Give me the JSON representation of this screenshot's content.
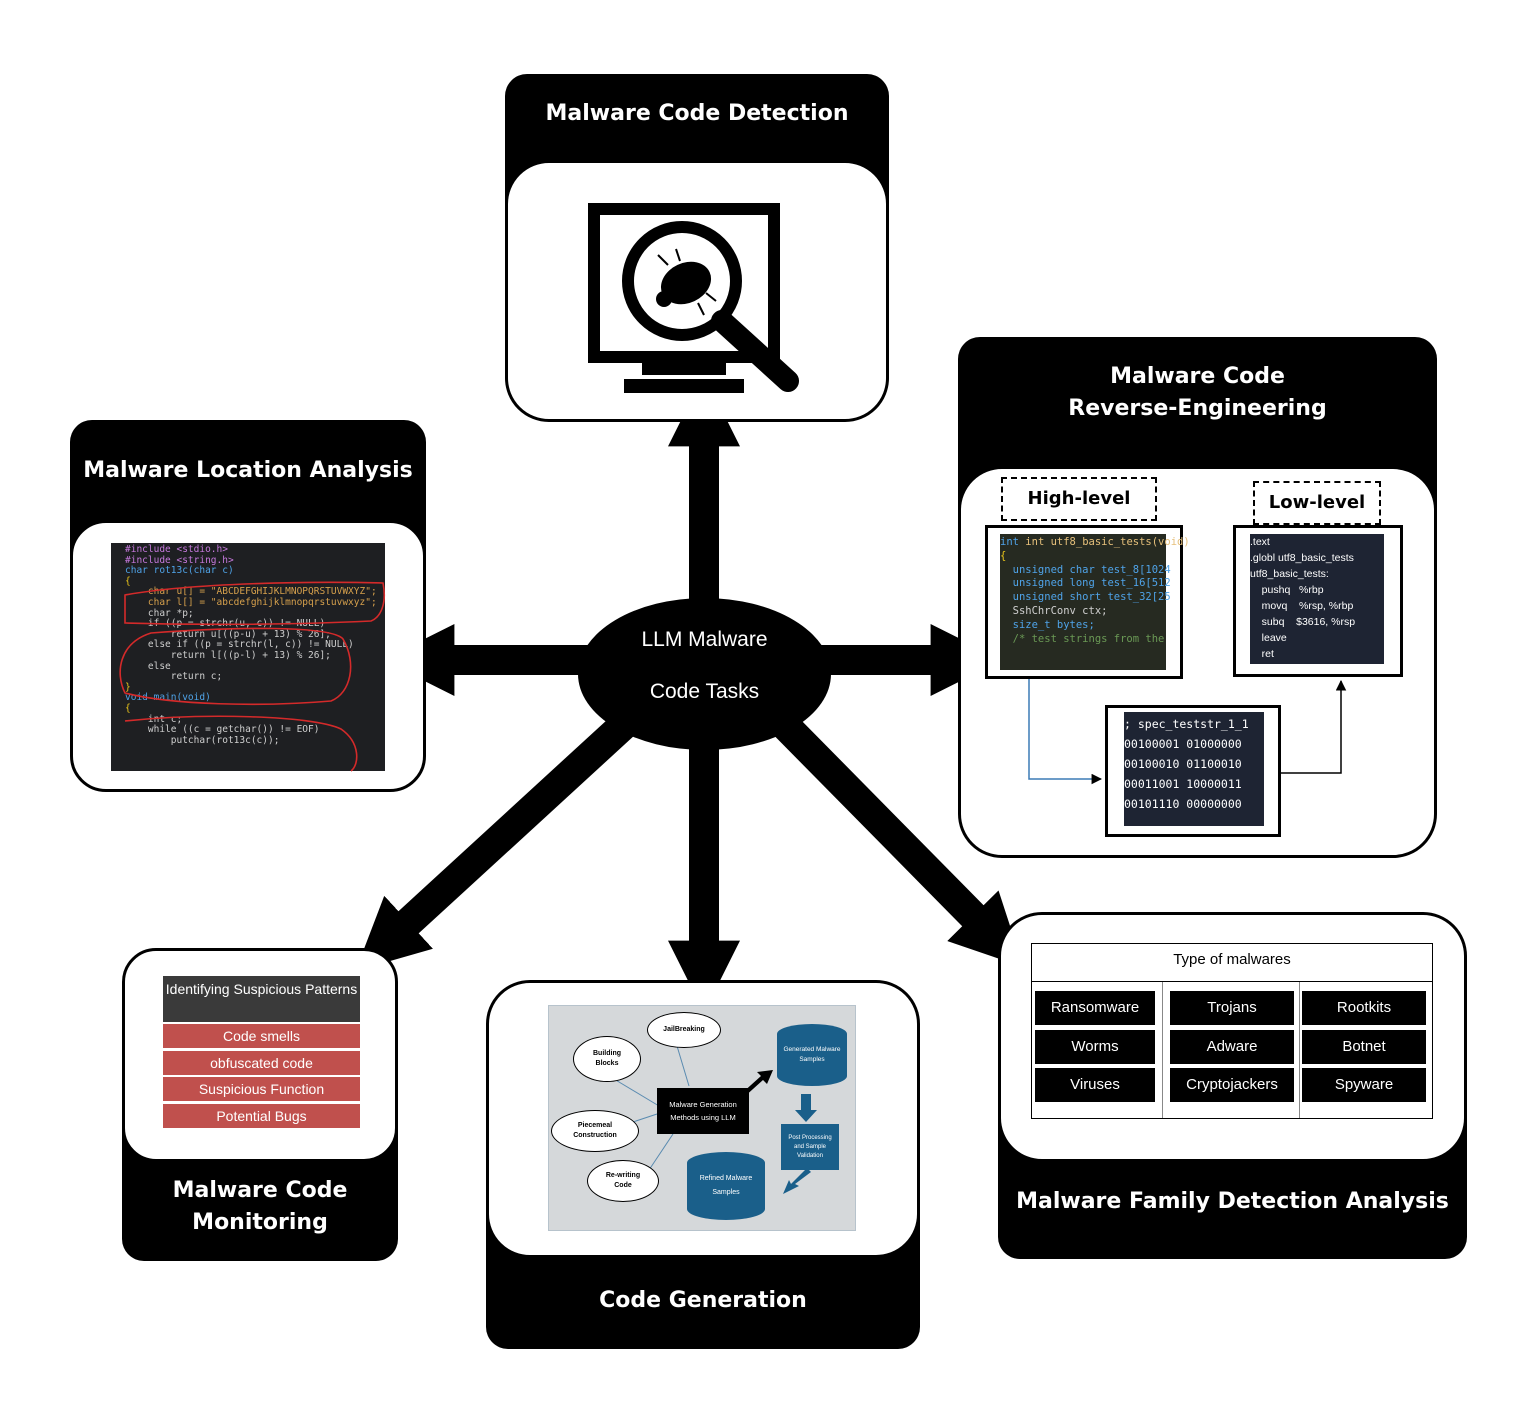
{
  "center": {
    "line1": "LLM Malware",
    "line2": "Code Tasks"
  },
  "detection": {
    "title": "Malware Code Detection"
  },
  "location": {
    "title": "Malware Location Analysis",
    "code": [
      "#include <stdio.h>",
      "#include <string.h>",
      "",
      "char rot13c(char c)",
      "{",
      "    char u[] = \"ABCDEFGHIJKLMNOPQRSTUVWXYZ\";",
      "    char l[] = \"abcdefghijklmnopqrstuvwxyz\";",
      "    char *p;",
      "",
      "    if ((p = strchr(u, c)) != NULL)",
      "        return u[((p-u) + 13) % 26];",
      "    else if ((p = strchr(l, c)) != NULL)",
      "        return l[((p-l) + 13) % 26];",
      "    else",
      "        return c;",
      "}",
      "",
      "void main(void)",
      "{",
      "    int c;",
      "    while ((c = getchar()) != EOF)",
      "        putchar(rot13c(c));"
    ]
  },
  "reverse": {
    "title_line1": "Malware Code",
    "title_line2": "Reverse-Engineering",
    "high_label": "High-level",
    "low_label": "Low-level",
    "high_code": [
      "int utf8_basic_tests(void)",
      "{",
      "  unsigned char test_8[1024",
      "  unsigned long test_16[512",
      "  unsigned short test_32[25",
      "  SshChrConv ctx;",
      "  size_t bytes;",
      "",
      "  /* test strings from the"
    ],
    "low_code": [
      ".text",
      ".globl utf8_basic_tests",
      "utf8_basic_tests:",
      "    pushq   %rbp",
      "    movq    %rsp, %rbp",
      "    subq    $3616, %rsp",
      "    leave",
      "    ret"
    ],
    "bin_code": [
      "; spec_teststr_1_1",
      "00100001 01000000",
      "00100010 01100010",
      "00011001 10000011",
      "00101110 00000000"
    ]
  },
  "monitoring": {
    "title_line1": "Malware Code",
    "title_line2": "Monitoring",
    "header": "Identifying Suspicious Patterns",
    "items": [
      "Code smells",
      "obfuscated code",
      "Suspicious Function",
      "Potential Bugs"
    ]
  },
  "generation": {
    "title": "Code Generation",
    "center_box": "Malware Generation Methods using LLM",
    "ovals": [
      "JailBreaking",
      "Building Blocks",
      "Piecemeal Construction",
      "Re-writing Code"
    ],
    "cyl_top": "Generated Malware Samples",
    "post_box": "Post Processing and Sample Validation",
    "cyl_bottom": "Refined Malware Samples"
  },
  "family": {
    "title": "Malware Family Detection Analysis",
    "table_header": "Type of malwares",
    "columns": [
      [
        "Ransomware",
        "Worms",
        "Viruses"
      ],
      [
        "Trojans",
        "Adware",
        "Cryptojackers"
      ],
      [
        "Rootkits",
        "Botnet",
        "Spyware"
      ]
    ]
  }
}
